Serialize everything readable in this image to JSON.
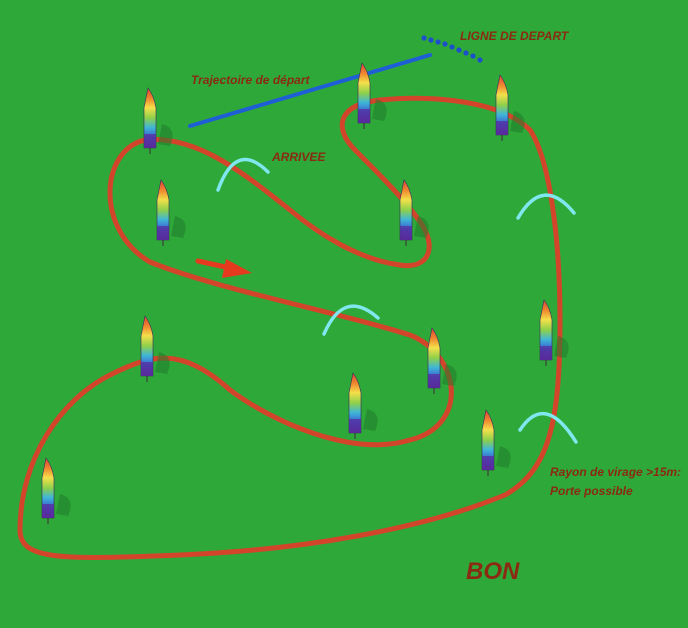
{
  "labels": {
    "start_line": "LIGNE DE DEPART",
    "start_trajectory": "Trajectoire de départ",
    "finish": "ARRIVEE",
    "turn_radius_line1": "Rayon de virage >15m:",
    "turn_radius_line2": "Porte possible",
    "verdict": "BON"
  },
  "colors": {
    "background": "#2fa83a",
    "track": "#d2452a",
    "start_trajectory": "#1f5fd6",
    "start_line_buoys": "#1c4fc9",
    "gates": "#7fe8ee",
    "direction_arrow": "#e53a1e",
    "label_text": "#8a2a12"
  },
  "icons": {
    "pylon": "rainbow-flag-pylon-icon",
    "gate": "arc-gate-icon",
    "direction": "red-arrow-icon"
  }
}
